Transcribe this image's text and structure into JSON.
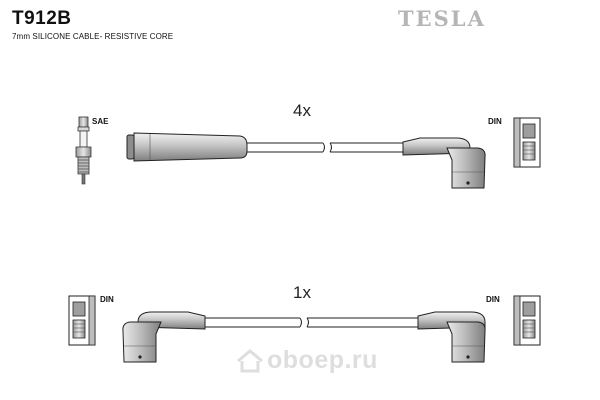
{
  "header": {
    "part_code": "T912B",
    "description": "7mm SILICONE CABLE- RESISTIVE CORE",
    "brand": "TESLA"
  },
  "cables": [
    {
      "quantity": "4x",
      "left_connector": "SAE",
      "right_connector": "DIN"
    },
    {
      "quantity": "1x",
      "left_connector": "DIN",
      "right_connector": "DIN"
    }
  ],
  "watermark": {
    "text": "oboep.ru"
  },
  "colors": {
    "line": "#222222",
    "boot_fill": "#cfcfcf",
    "boot_dark": "#8a8a8a",
    "brand": "#b5b5b5",
    "watermark": "#dedede"
  },
  "icons": [
    "spark-plug-icon",
    "din-distributor-terminal-icon",
    "angled-boot-icon",
    "straight-boot-icon",
    "cable-break-icon",
    "oboep-logo-icon"
  ]
}
